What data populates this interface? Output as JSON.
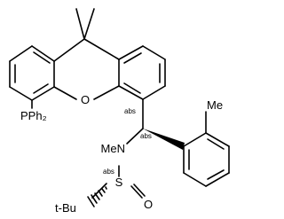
{
  "labels": {
    "oxygen_bridge": "O",
    "phosphine": "PPh₂",
    "methyl_aryl": "Me",
    "amine_nme": "MeN",
    "sulfur": "S",
    "sulfinyl_oxygen": "O",
    "tert_butyl": "t-Bu",
    "abs_aryl_carbon": "abs",
    "abs_methine_carbon": "abs",
    "abs_sulfur": "abs"
  }
}
